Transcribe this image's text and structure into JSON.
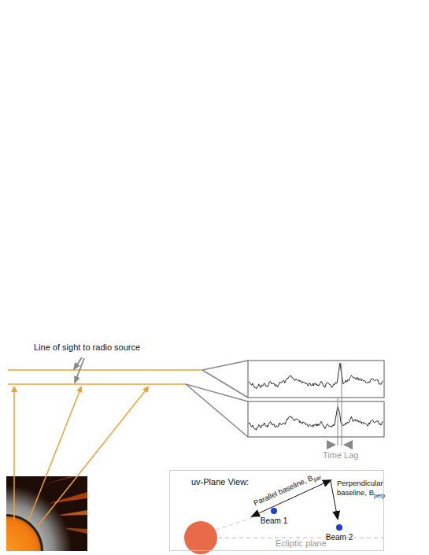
{
  "diagram": {
    "nodes": [
      {
        "text": [
          "uv-Plane View:"
        ]
      },
      {
        "text": [
          "Beam 1"
        ],
        "in": 0
      },
      {
        "text": [
          "Beam 2"
        ],
        "in": 0
      }
    ],
    "labels": [
      "Line of sight to radio source",
      "Time Lag",
      "Parallel baseline, B",
      "par",
      "Perpendicular baseline, B",
      "perp",
      "Ecliptic plane"
    ]
  }
}
